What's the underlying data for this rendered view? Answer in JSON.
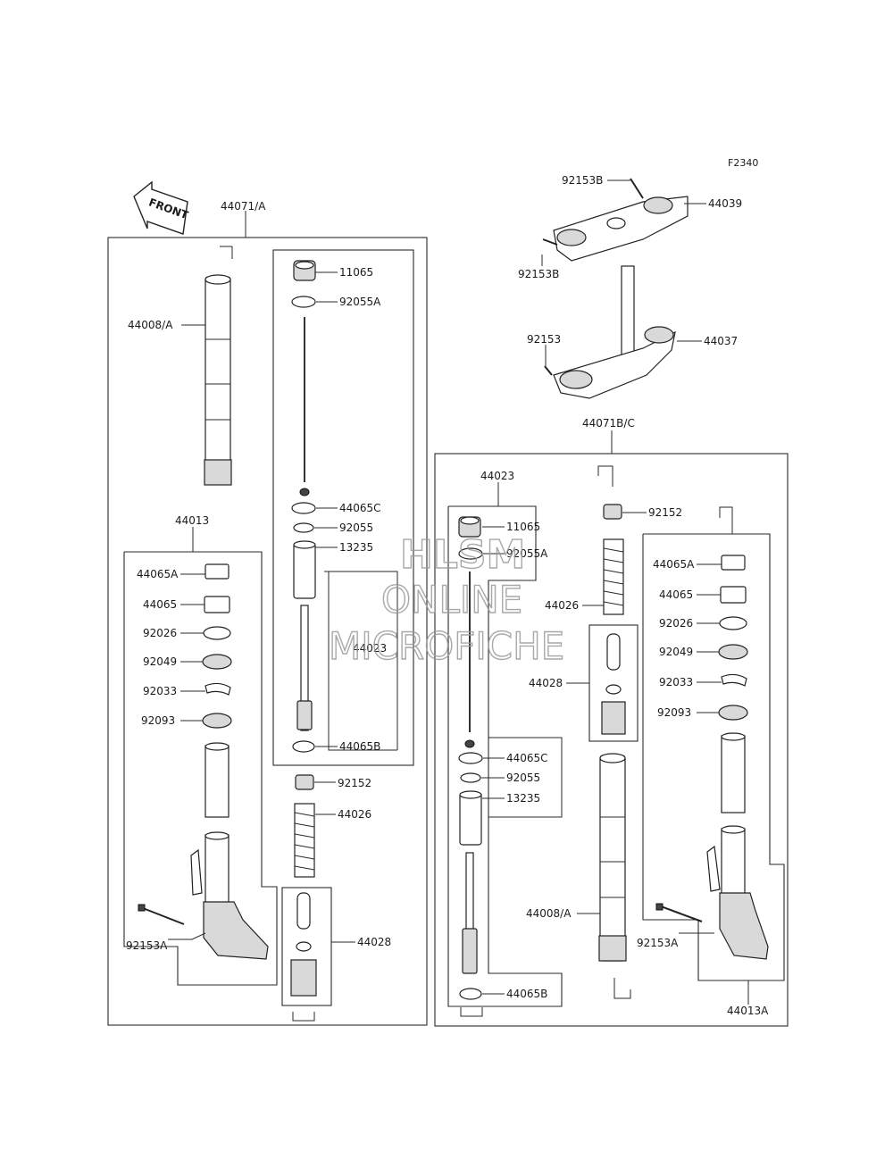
{
  "figure_ref": "F2340",
  "front_arrow": {
    "text": "FRONT",
    "icon": "front-arrow-icon"
  },
  "watermark": {
    "line1": "HLSM",
    "line2": "ONLINE",
    "line3": "MICROFICHE"
  },
  "labels": {
    "l_44071A": "44071/A",
    "l_44008A": "44008/A",
    "l_44013": "44013",
    "l_44065A": "44065A",
    "l_44065": "44065",
    "l_92026": "92026",
    "l_92049": "92049",
    "l_92033": "92033",
    "l_92093": "92093",
    "l_92153A": "92153A",
    "l_11065": "11065",
    "l_92055A": "92055A",
    "l_44065C": "44065C",
    "l_92055": "92055",
    "l_13235": "13235",
    "l_44023": "44023",
    "l_44065B": "44065B",
    "l_92152": "92152",
    "l_44026": "44026",
    "l_44028": "44028",
    "r_92153B_top": "92153B",
    "r_44039": "44039",
    "r_92153B": "92153B",
    "r_92153": "92153",
    "r_44037": "44037",
    "r_44071BC": "44071B/C",
    "r_44023": "44023",
    "r_11065": "11065",
    "r_92055A": "92055A",
    "r_44026": "44026",
    "r_92152": "92152",
    "r_44028": "44028",
    "r_44065C": "44065C",
    "r_92055": "92055",
    "r_13235": "13235",
    "r_44065B": "44065B",
    "r_44008A": "44008/A",
    "r_44065A": "44065A",
    "r_44065": "44065",
    "r_92026": "92026",
    "r_92049": "92049",
    "r_92033": "92033",
    "r_92093": "92093",
    "r_92153A": "92153A",
    "r_44013A": "44013A"
  }
}
